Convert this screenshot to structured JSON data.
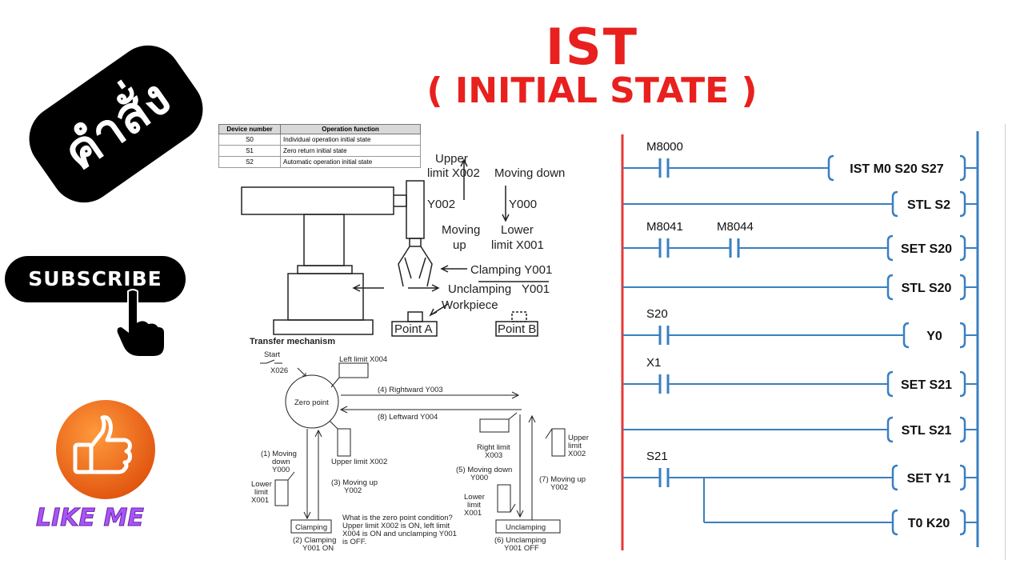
{
  "title": "IST",
  "subtitle": "( INITIAL STATE )",
  "channel": {
    "badge_text": "คำสั่ง",
    "subscribe_label": "SUBSCRIBE",
    "like_label": "LIKE ME",
    "like_color": "#f06a18",
    "like_text_color": "#a855f7"
  },
  "device_table": {
    "headers": [
      "Device number",
      "Operation function"
    ],
    "rows": [
      [
        "S0",
        "Individual operation initial state"
      ],
      [
        "S1",
        "Zero return initial state"
      ],
      [
        "S2",
        "Automatic operation initial state"
      ]
    ]
  },
  "robot": {
    "upper_limit": "Upper",
    "upper_limit_2": "limit X002",
    "moving_down": "Moving down",
    "y002": "Y002",
    "y000": "Y000",
    "moving": "Moving",
    "up": "up",
    "lower": "Lower",
    "lower_limit_2": "limit X001",
    "clamping": "Clamping  Y001",
    "unclamping": "Unclamping",
    "unclamp_dev": "Y001",
    "workpiece": "Workpiece",
    "point_a": "Point A",
    "point_b": "Point B",
    "mechanism_caption": "Transfer mechanism"
  },
  "flow": {
    "start": "Start",
    "x026": "X026",
    "left_limit": "Left limit X004",
    "zero_point": "Zero point",
    "rightward": "(4) Rightward Y003",
    "leftward": "(8) Leftward Y004",
    "moving_down_1": [
      "(1) Moving",
      "down",
      "Y000"
    ],
    "upper_limit_x002": "Upper limit X002",
    "lower_limit_x001": [
      "Lower",
      "limit",
      "X001"
    ],
    "moving_up_3": [
      "(3) Moving up",
      "Y002"
    ],
    "right_limit": [
      "Right limit",
      "X003"
    ],
    "moving_down_5": [
      "(5)  Moving down",
      "Y000"
    ],
    "upper_limit_r": [
      "Upper",
      "limit",
      "X002"
    ],
    "lower_limit_r": [
      "Lower",
      "limit",
      "X001"
    ],
    "moving_up_7": [
      "(7) Moving up",
      "Y002"
    ],
    "question": [
      "What is the zero point condition?",
      "Upper limit X002 is ON, left limit",
      "X004 is ON and unclamping Y001",
      "is OFF."
    ],
    "clamping_box": "Clamping",
    "clamping_caption": [
      "(2) Clamping",
      "Y001 ON"
    ],
    "unclamping_box": "Unclamping",
    "unclamping_caption": [
      "(6) Unclamping",
      "Y001 OFF"
    ]
  },
  "ladder": {
    "rail_left_color": "#e53935",
    "rail_right_color": "#3a7fc1",
    "rungs": [
      {
        "contacts": [
          "M8000"
        ],
        "instruction": "IST  M0  S20  S27"
      },
      {
        "contacts": [],
        "instruction": "STL S2"
      },
      {
        "contacts": [
          "M8041",
          "M8044"
        ],
        "instruction": "SET S20"
      },
      {
        "contacts": [],
        "instruction": "STL S20"
      },
      {
        "contacts": [
          "S20"
        ],
        "instruction": "Y0"
      },
      {
        "contacts": [
          "X1"
        ],
        "instruction": "SET S21"
      },
      {
        "contacts": [],
        "instruction": "STL S21"
      },
      {
        "contacts": [
          "S21"
        ],
        "instruction": "SET Y1"
      },
      {
        "contacts": [],
        "instruction": "T0 K20"
      }
    ]
  }
}
